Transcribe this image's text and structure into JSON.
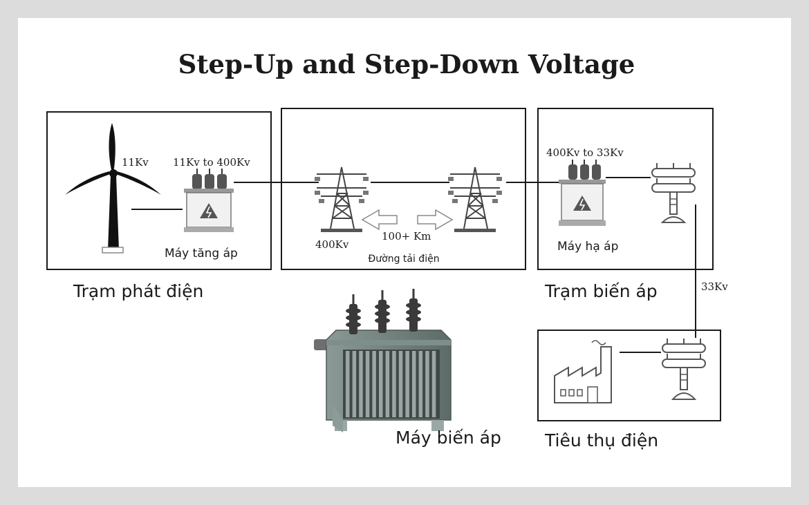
{
  "title": "Step-Up and Step-Down Voltage",
  "generation": {
    "voltage_label": "11Kv",
    "transformer_label": "11Kv to 400Kv",
    "transformer_name": "Máy tăng áp",
    "station_name": "Trạm phát điện"
  },
  "transmission": {
    "voltage_label": "400Kv",
    "distance_label": "100+ Km",
    "line_name": "Đường tải điện"
  },
  "substation": {
    "transformer_label": "400Kv to 33Kv",
    "transformer_name": "Máy hạ áp",
    "station_name": "Trạm biến áp",
    "output_voltage_label": "33Kv"
  },
  "consumption": {
    "name": "Tiêu thụ điện"
  },
  "transformer_illustration": {
    "name": "Máy biến áp"
  },
  "icons": {
    "wind_turbine": "wind-turbine-icon",
    "transformer": "transformer-icon",
    "tower": "transmission-tower-icon",
    "pole": "distribution-pole-icon",
    "factory": "factory-icon",
    "arrow": "arrow-icon"
  },
  "colors": {
    "background": "#dcdcdc",
    "card": "#ffffff",
    "line": "#1a1a1a",
    "transformer_body": "#6b7b78"
  }
}
